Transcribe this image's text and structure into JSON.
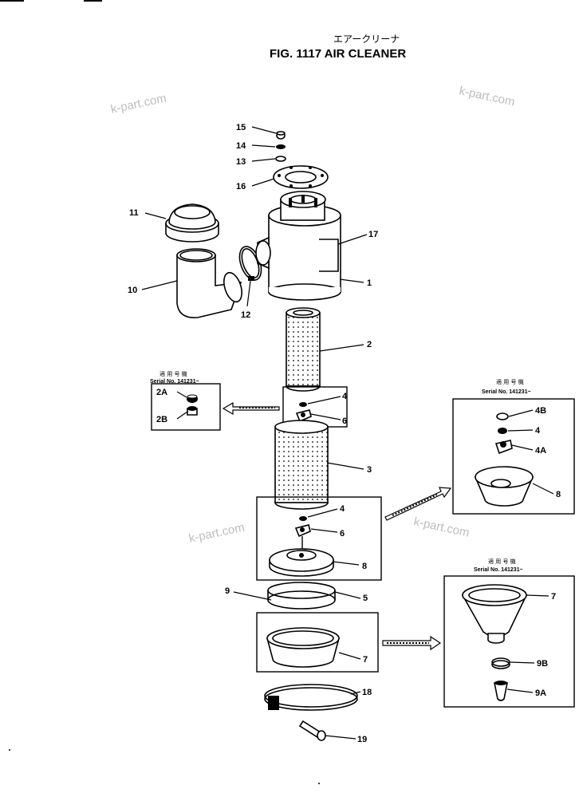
{
  "header": {
    "title_jp": "エアークリーナ",
    "title_en": "FIG. 1117  AIR CLEANER"
  },
  "watermarks": [
    "k-part.com",
    "k-part.com",
    "k-part.com",
    "k-part.com"
  ],
  "serial_boxes": {
    "left": {
      "serial": "Serial No. 141231~"
    },
    "right_top": {
      "serial": "Serial No. 141231~"
    },
    "right_bottom": {
      "serial": "Serial No. 141231~"
    }
  },
  "labels": {
    "p15": "15",
    "p14": "14",
    "p13": "13",
    "p16": "16",
    "p11": "11",
    "p17": "17",
    "p1": "1",
    "p10": "10",
    "p12": "12",
    "p2": "2",
    "p4a": "4",
    "p6a": "6",
    "p3": "3",
    "p4b": "4",
    "p6b": "6",
    "p8a": "8",
    "p9": "9",
    "p5": "5",
    "p7a": "7",
    "p18": "18",
    "p19": "19",
    "p2A": "2A",
    "p2B": "2B",
    "p4B": "4B",
    "p4c": "4",
    "p4A": "4A",
    "p8b": "8",
    "p7b": "7",
    "p9B": "9B",
    "p9A": "9A"
  }
}
